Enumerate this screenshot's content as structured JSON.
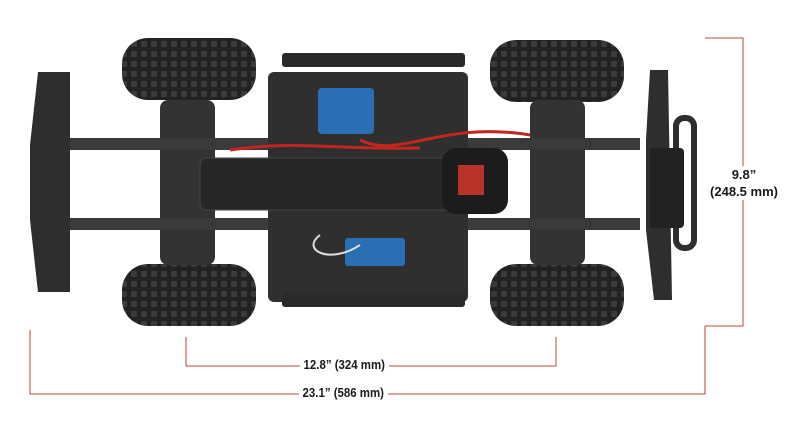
{
  "dimensions": {
    "wheelbase": "12.8” (324 mm)",
    "length": "23.1” (586 mm)",
    "width_in": "9.8”",
    "width_mm": "(248.5 mm)"
  },
  "colors": {
    "dimension_line": "#b5493a",
    "chassis": "#2b2b2b",
    "accent_blue": "#2a6fb3",
    "wire_red": "#c0271f"
  }
}
